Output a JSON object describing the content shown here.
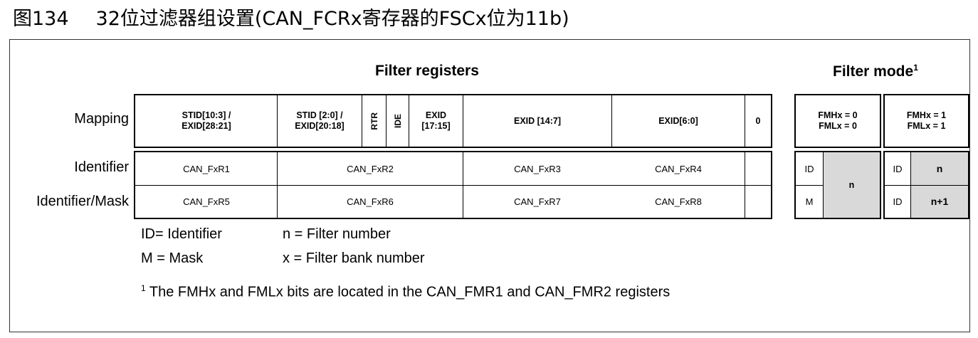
{
  "figure": {
    "number": "图134",
    "title": "32位过滤器组设置(CAN_FCRx寄存器的FSCx位为11b)"
  },
  "headers": {
    "filter_registers": "Filter registers",
    "filter_mode": "Filter mode",
    "filter_mode_footnote_mark": "1"
  },
  "row_labels": {
    "mapping": "Mapping",
    "identifier": "Identifier",
    "identifier_mask": "Identifier/Mask"
  },
  "mapping_cells": {
    "stid_10_3_line1": "STID[10:3] /",
    "stid_10_3_line2": "EXID[28:21]",
    "stid_2_0_line1": "STID [2:0] /",
    "stid_2_0_line2": "EXID[20:18]",
    "rtr": "RTR",
    "ide": "IDE",
    "exid_17_15_line1": "EXID",
    "exid_17_15_line2": "[17:15]",
    "exid_14_7": "EXID [14:7]",
    "exid_6_0": "EXID[6:0]",
    "zero": "0"
  },
  "registers": {
    "r1": "CAN_FxR1",
    "r2": "CAN_FxR2",
    "r3": "CAN_FxR3",
    "r4": "CAN_FxR4",
    "r5": "CAN_FxR5",
    "r6": "CAN_FxR6",
    "r7": "CAN_FxR7",
    "r8": "CAN_FxR8"
  },
  "mode_headers": {
    "mask_line1": "FMHx = 0",
    "mask_line2": "FMLx = 0",
    "list_line1": "FMHx = 1",
    "list_line2": "FMLx = 1"
  },
  "mode_cells": {
    "mask_id": "ID",
    "mask_m": "M",
    "mask_n": "n",
    "list_id1": "ID",
    "list_n": "n",
    "list_id2": "ID",
    "list_n1": "n+1"
  },
  "legend": {
    "id_def": "ID= Identifier",
    "m_def": "M = Mask",
    "n_def": "n = Filter number",
    "x_def": "x = Filter bank number",
    "footnote_mark": "1",
    "footnote_text": " The FMHx and FMLx bits are located in the CAN_FMR1 and CAN_FMR2 registers"
  }
}
